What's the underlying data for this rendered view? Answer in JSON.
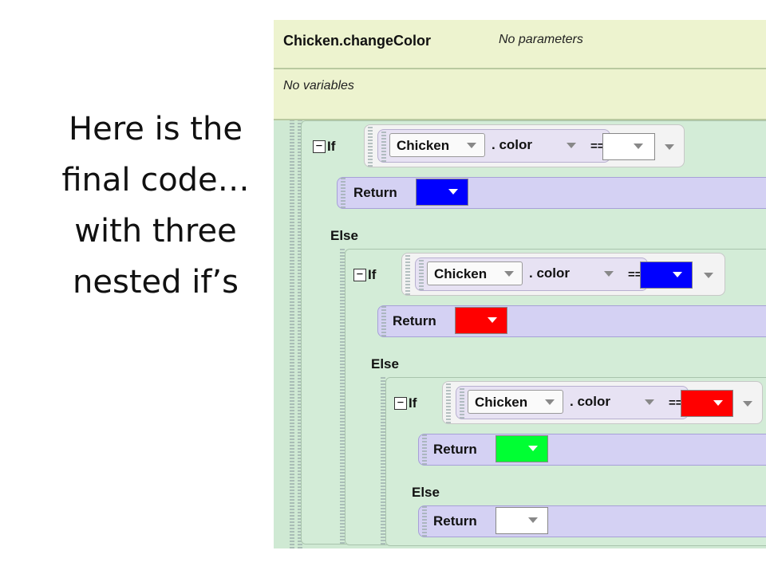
{
  "caption": {
    "lines": [
      "Here is the",
      "final code…",
      "with three",
      "nested if’s"
    ]
  },
  "method": {
    "name": "Chicken.changeColor",
    "params": "No parameters",
    "variables": "No variables"
  },
  "keywords": {
    "if": "If",
    "else": "Else",
    "return": "Return",
    "eq": "==",
    "color_prop": ". color"
  },
  "conditions": [
    {
      "object": "Chicken",
      "compare_color": "white",
      "returns": "blue"
    },
    {
      "object": "Chicken",
      "compare_color": "blue",
      "returns": "red"
    },
    {
      "object": "Chicken",
      "compare_color": "red",
      "returns": "green"
    }
  ],
  "final_return": "white",
  "colors": {
    "blue": "#0000ff",
    "red": "#ff0000",
    "green": "#00ff33",
    "white": "#ffffff",
    "header_bg": "#edf3cf",
    "body_bg": "#cfe9d3",
    "return_bg": "#d4d1f3"
  }
}
